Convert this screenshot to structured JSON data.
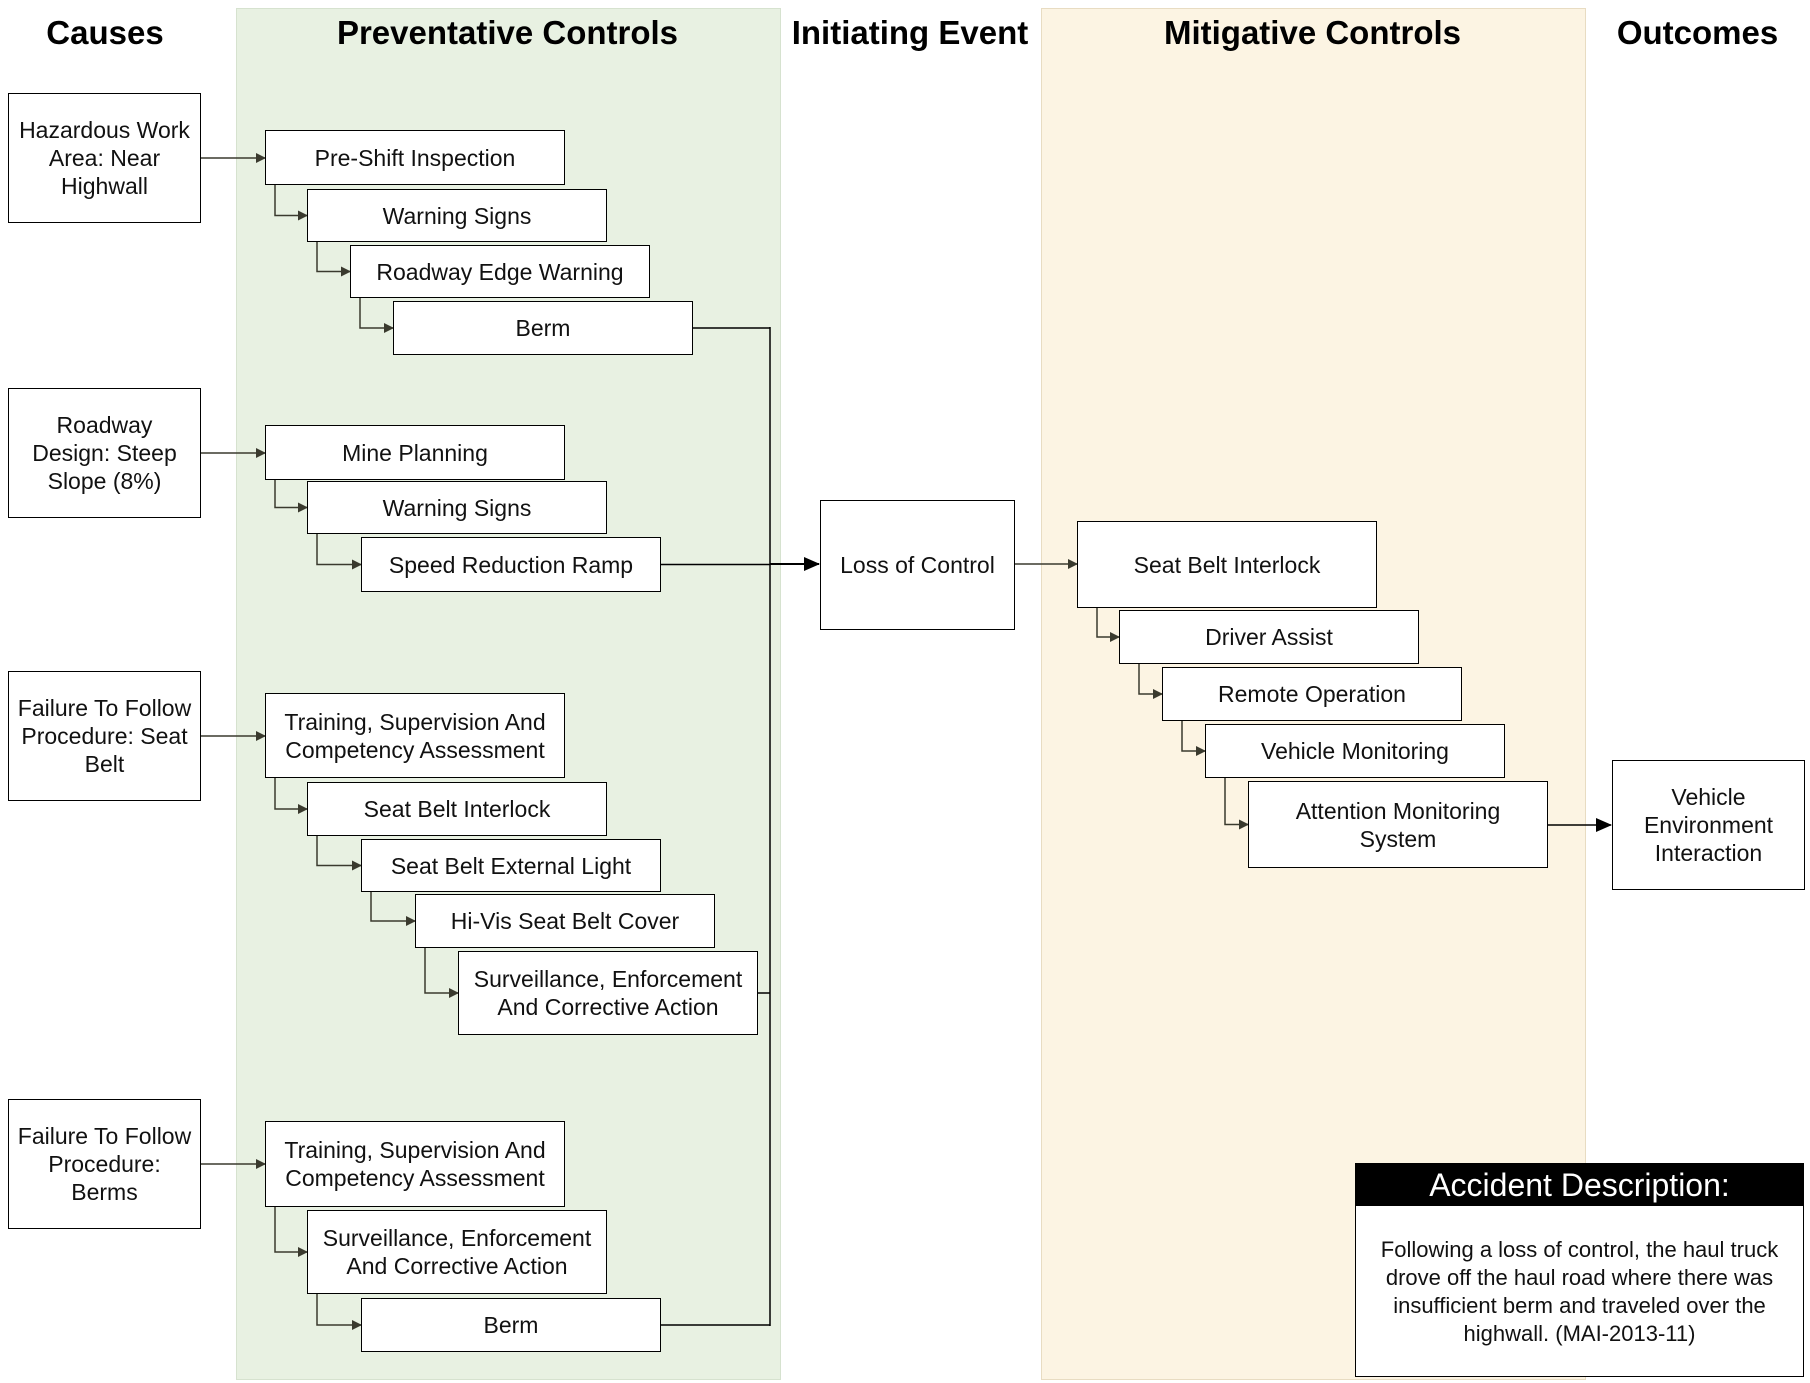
{
  "headers": {
    "causes": "Causes",
    "preventative": "Preventative Controls",
    "initiating": "Initiating Event",
    "mitigative": "Mitigative Controls",
    "outcomes": "Outcomes"
  },
  "causes": [
    "Hazardous Work Area: Near Highwall",
    "Roadway Design: Steep Slope (8%)",
    "Failure To Follow Procedure: Seat Belt",
    "Failure To Follow Procedure: Berms"
  ],
  "preventative_groups": [
    [
      "Pre-Shift Inspection",
      "Warning Signs",
      "Roadway Edge Warning",
      "Berm"
    ],
    [
      "Mine Planning",
      "Warning Signs",
      "Speed Reduction Ramp"
    ],
    [
      "Training, Supervision And Competency Assessment",
      "Seat Belt Interlock",
      "Seat Belt External Light",
      "Hi-Vis Seat Belt Cover",
      "Surveillance, Enforcement And Corrective Action"
    ],
    [
      "Training, Supervision And Competency Assessment",
      "Surveillance, Enforcement And Corrective Action",
      "Berm"
    ]
  ],
  "initiating_event": "Loss of Control",
  "mitigative_controls": [
    "Seat Belt Interlock",
    "Driver Assist",
    "Remote Operation",
    "Vehicle Monitoring",
    "Attention Monitoring System"
  ],
  "outcome": "Vehicle Environment Interaction",
  "accident": {
    "title": "Accident Description:",
    "text": "Following a loss of control, the haul truck drove off the haul road where there was insufficient berm and traveled over the highwall. (MAI-2013-11)"
  },
  "colors": {
    "preventative_band": "#e8f1e2",
    "mitigative_band": "#fcf4e3",
    "connector": "#3a3a2e"
  }
}
